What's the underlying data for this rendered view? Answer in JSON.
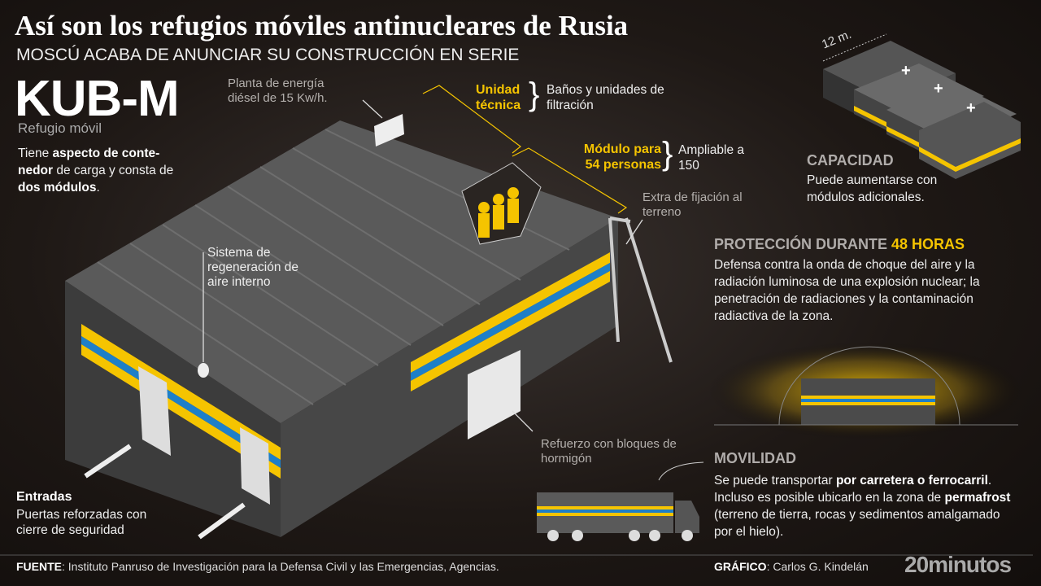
{
  "header": {
    "title": "Así son los refugios móviles antinucleares de Rusia",
    "subtitle": "MOSCÚ ACABA DE ANUNCIAR SU CONSTRUCCIÓN EN SERIE"
  },
  "intro": {
    "name": "KUB-M",
    "type": "Refugio móvil",
    "desc_1": "Tiene ",
    "desc_b1": "aspecto de conte-nedor",
    "desc_2": " de carga y consta de ",
    "desc_b2": "dos módulos",
    "desc_3": "."
  },
  "labels": {
    "power": "Planta de energía diésel de 15 Kw/h.",
    "unit_title": "Unidad técnica",
    "unit_desc": "Baños y unidades de filtración",
    "module_title": "Módulo para 54 personas",
    "module_desc": "Ampliable a 150",
    "anchor": "Extra de fijación al terreno",
    "air": "Sistema de regeneración de aire interno",
    "concrete": "Refuerzo con bloques de hormigón",
    "entrances_title": "Entradas",
    "entrances_desc": "Puertas reforzadas con cierre de seguridad"
  },
  "capacity": {
    "length": "12 m.",
    "title": "CAPACIDAD",
    "desc": "Puede aumentarse con módulos adicionales.",
    "plus": "+"
  },
  "protection": {
    "title": "PROTECCIÓN DURANTE ",
    "highlight": "48 HORAS",
    "desc": "Defensa contra la onda de choque del aire y la radiación luminosa de una explosión nuclear; la penetración de radiaciones y la contaminación radiactiva de la zona."
  },
  "mobility": {
    "title": "MOVILIDAD",
    "d1": "Se puede transportar ",
    "b1": "por carretera o ferrocarril",
    "d2": ". Incluso es posible ubicarlo en la zona de ",
    "b2": "permafrost",
    "d3": " (terreno de tierra, rocas y sedimentos amalgamado por el hielo)."
  },
  "footer": {
    "source_label": "FUENTE",
    "source": ": Instituto Panruso de Investigación para la Defensa Civil y las Emergencias, Agencias.",
    "credit_label": "GRÁFICO",
    "credit": ": Carlos G. Kindelán",
    "brand": "20minutos"
  },
  "colors": {
    "yellow": "#f5c400",
    "blue": "#1e7fc8",
    "roof": "#5a5a5a"
  }
}
